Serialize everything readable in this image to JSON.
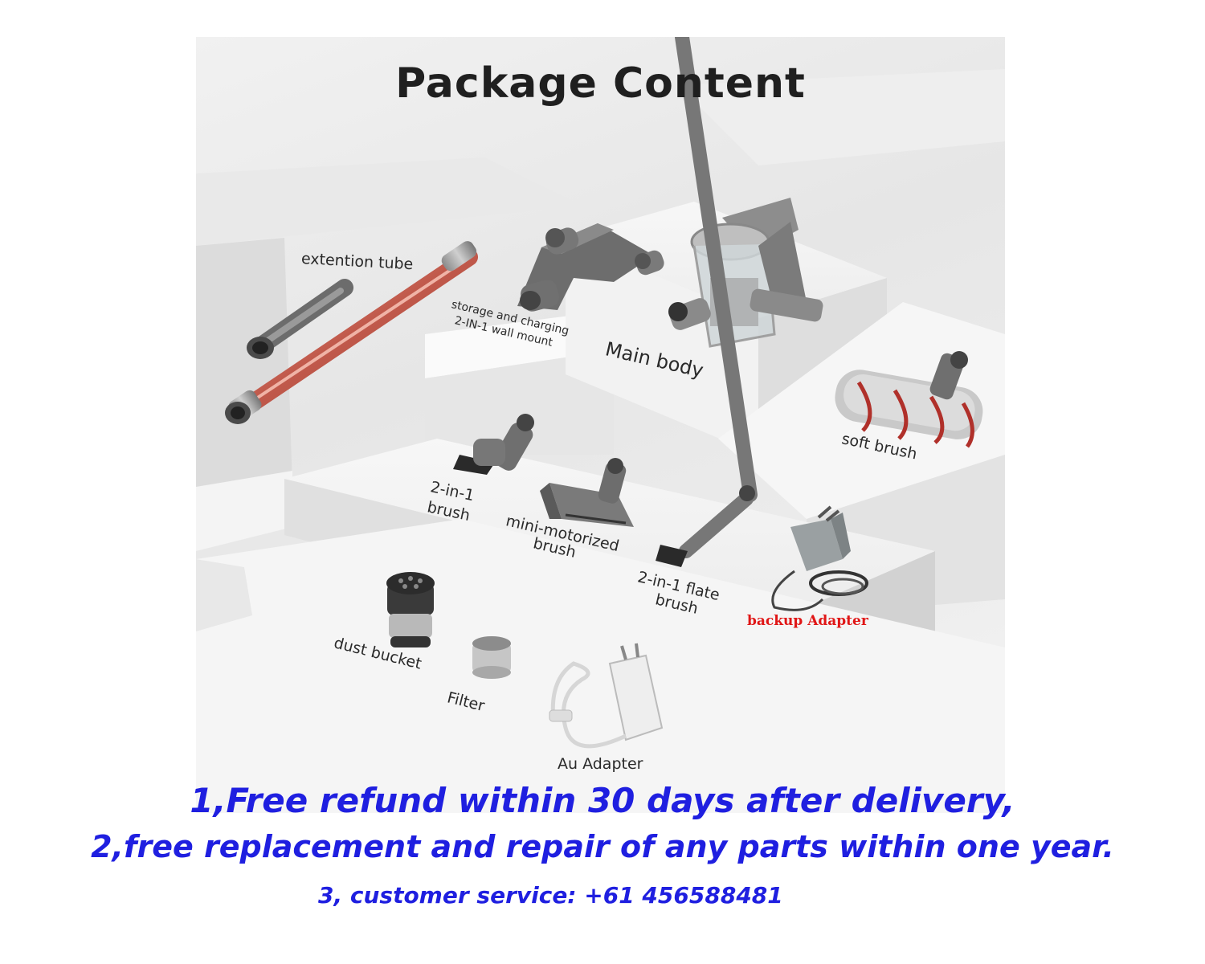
{
  "title": "Package Content",
  "labels": {
    "extension_tube": "extention tube",
    "wall_mount_line1": "storage and charging",
    "wall_mount_line2": "2-IN-1 wall mount",
    "main_body": "Main body",
    "soft_brush": "soft brush",
    "brush_2in1_line1": "2-in-1",
    "brush_2in1_line2": "brush",
    "mini_motorized_line1": "mini-motorized",
    "mini_motorized_line2": "brush",
    "flate_brush_line1": "2-in-1 flate",
    "flate_brush_line2": "brush",
    "backup_adapter": "backup Adapter",
    "dust_bucket": "dust bucket",
    "filter": "Filter",
    "au_adapter": "Au Adapter"
  },
  "promo": {
    "line1": "1,Free refund within 30 days after delivery,",
    "line2": "2,free replacement and repair of any parts within one year.",
    "line3": "3, customer service: +61 456588481"
  },
  "colors": {
    "promo_text": "#1f1fe0",
    "accent_red": "#e01616",
    "tube_copper": "#c96a5c"
  }
}
